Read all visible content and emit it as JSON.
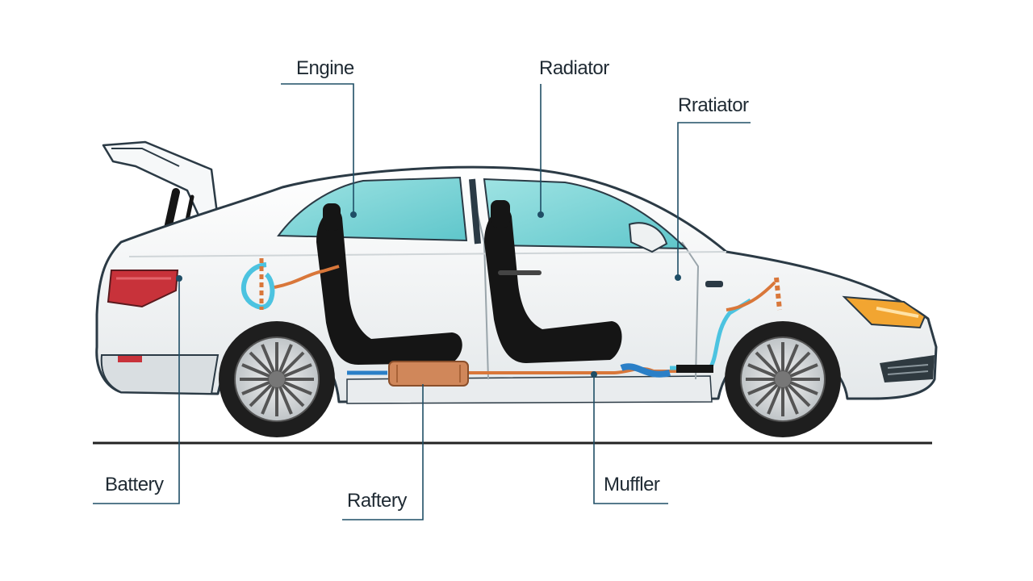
{
  "labels": {
    "engine": "Engine",
    "radiator_top": "Radiator",
    "radiator_right": "Rratiator",
    "battery_left": "Battery",
    "battery_bottom": "Raftery",
    "muffler": "Muffler"
  },
  "colors": {
    "leader": "#1f4e66",
    "body": "#f4f6f7",
    "outline": "#2b3a45",
    "glass": "#7fd6d8",
    "seat": "#151515",
    "pipe_orange": "#d9773a",
    "pipe_blue": "#2a7fc7",
    "muffler": "#d0875a",
    "taillight": "#c8323a",
    "headlight": "#f2a531"
  }
}
